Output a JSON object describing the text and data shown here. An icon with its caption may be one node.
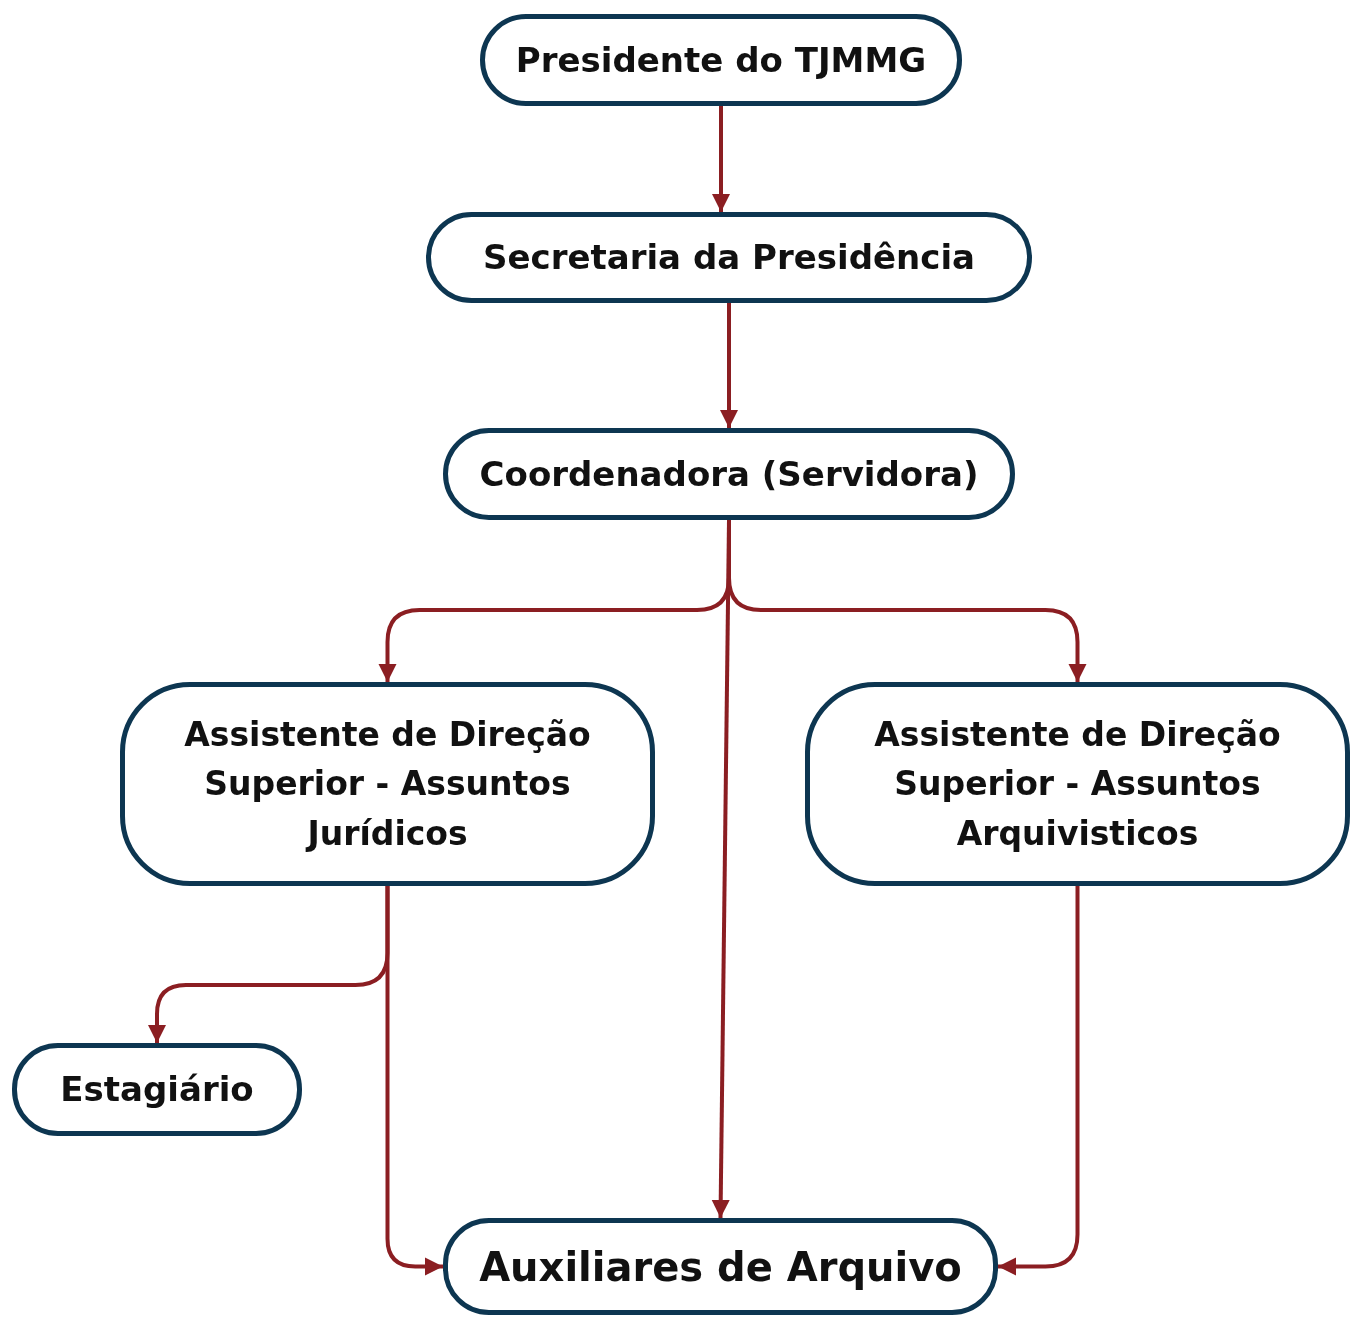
{
  "diagram": {
    "nodes": [
      {
        "text": [
          "Presidente do TJMMG"
        ]
      },
      {
        "text": [
          "Secretaria da Presidência"
        ]
      },
      {
        "text": [
          "Coordenadora (Servidora)"
        ]
      },
      {
        "text": [
          "Assistente de Direção Superior - Assuntos Jurídicos"
        ]
      },
      {
        "text": [
          "Assistente de Direção Superior - Assuntos Arquivisticos"
        ]
      },
      {
        "text": [
          "Estagiário"
        ]
      },
      {
        "text": [
          "Auxiliares de Arquivo"
        ]
      }
    ],
    "edges": [
      {
        "from": 0,
        "to": 1,
        "arrow": "to"
      },
      {
        "from": 1,
        "to": 2,
        "arrow": "to"
      },
      {
        "from": 2,
        "to": 3,
        "arrow": "to"
      },
      {
        "from": 2,
        "to": 6,
        "arrow": "to"
      },
      {
        "from": 2,
        "to": 4,
        "arrow": "to"
      },
      {
        "from": 3,
        "to": 5,
        "arrow": "to"
      },
      {
        "from": 3,
        "to": 6,
        "arrow": "to"
      },
      {
        "from": 4,
        "to": 6,
        "arrow": "to"
      }
    ]
  }
}
